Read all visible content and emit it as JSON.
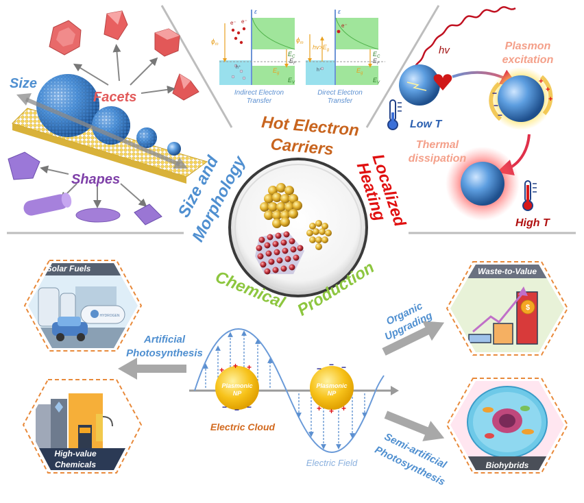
{
  "colors": {
    "blue_text": "#4f8fd0",
    "orange_text": "#d2691e",
    "red_text": "#e01010",
    "green_text": "#8dc63f",
    "purple_text": "#7e3fa8",
    "pink_text": "#f4a08a",
    "facets_red": "#e86060",
    "gray_arrow": "#a8a8a8",
    "hex_border": "#e8893a"
  },
  "top_left": {
    "size_label": "Size",
    "facets_label": "Facets",
    "shapes_label": "Shapes"
  },
  "band_diagrams": {
    "left": {
      "caption_line1": "Indirect Electron",
      "caption_line2": "Transfer",
      "phi": "ϕ",
      "phi_sub": "m",
      "e_axis": "ε",
      "ec": "E",
      "ec_sub": "C",
      "ef": "E",
      "ef_sub": "F",
      "ev": "E",
      "ev_sub": "V",
      "eg": "E",
      "eg_sub": "g",
      "electron": "e⁻",
      "hole": "h⁺"
    },
    "right": {
      "caption_line1": "Direct Electron",
      "caption_line2": "Transfer",
      "phi": "ϕ",
      "phi_sub": "m",
      "hv_label": "hv>E",
      "hv_sub": "g",
      "e_axis": "ε",
      "ec": "E",
      "ec_sub": "C",
      "ef": "E",
      "ef_sub": "F",
      "ev": "E",
      "ev_sub": "V",
      "eg": "E",
      "eg_sub": "g",
      "electron": "e⁻",
      "hole": "h⁺"
    }
  },
  "top_right": {
    "hv": "hv",
    "plasmon_line1": "Plasmon",
    "plasmon_line2": "excitation",
    "low_t": "Low T",
    "thermal_line1": "Thermal",
    "thermal_line2": "dissipation",
    "high_t": "High T",
    "plus": "+",
    "minus": "−"
  },
  "center": {
    "hot_electron_line1": "Hot Electron",
    "hot_electron_line2": "Carriers",
    "size_morph_line1": "Size and",
    "size_morph_line2": "Morphology",
    "localized_line1": "Localized",
    "localized_line2": "Heating",
    "chemical": "Chemical",
    "production": "Production"
  },
  "bottom": {
    "solar_fuels": "Solar Fuels",
    "high_value_line1": "High-value",
    "high_value_line2": "Chemicals",
    "waste_to_value": "Waste-to-Value",
    "biohybrids": "Biohybrids",
    "artificial_line1": "Artificial",
    "artificial_line2": "Photosynthesis",
    "organic_line1": "Organic",
    "organic_line2": "Upgrading",
    "semi_line1": "Semi-artificial",
    "semi_line2": "Photosynthesis",
    "np_line1": "Plasmonic",
    "np_line2": "NP",
    "electric_cloud": "Electric Cloud",
    "electric_field": "Electric Field",
    "plus": "+",
    "minus": "−",
    "hydrogen_tag": "HYDROGEN",
    "dollar": "$"
  }
}
